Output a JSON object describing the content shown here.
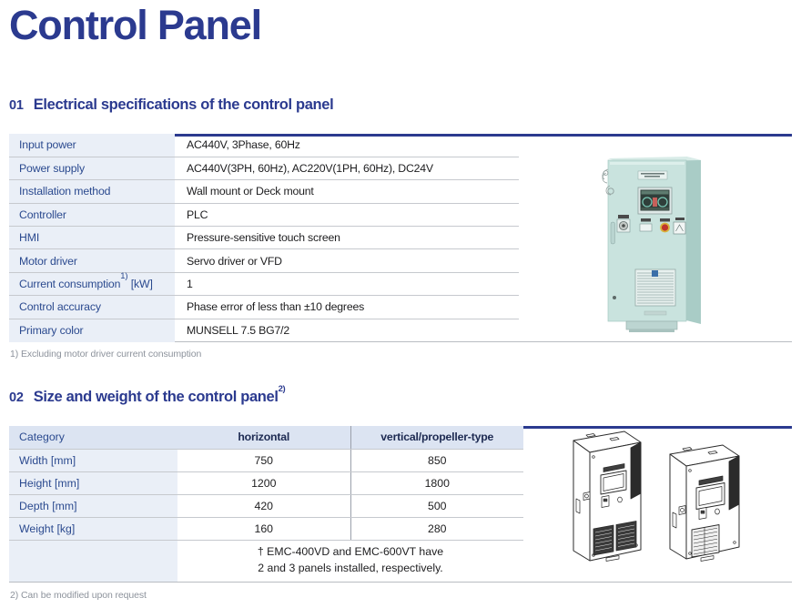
{
  "title": "Control Panel",
  "sections": [
    {
      "number": "01",
      "title": "Electrical specifications of the control panel",
      "sup": ""
    },
    {
      "number": "02",
      "title": "Size and weight of the control panel",
      "sup": "2)"
    }
  ],
  "table1": {
    "rows": [
      {
        "label": "Input power",
        "value": "AC440V, 3Phase, 60Hz"
      },
      {
        "label": "Power supply",
        "value": "AC440V(3PH, 60Hz), AC220V(1PH, 60Hz), DC24V"
      },
      {
        "label": "Installation method",
        "value": "Wall mount or Deck mount"
      },
      {
        "label": "Controller",
        "value": "PLC"
      },
      {
        "label": "HMI",
        "value": "Pressure-sensitive touch screen"
      },
      {
        "label": "Motor driver",
        "value": "Servo driver or VFD"
      },
      {
        "label": "Current consumption",
        "label_sup": "1)",
        "label_unit": " [kW]",
        "value": "1"
      },
      {
        "label": "Control accuracy",
        "value": "Phase error of less than ±10 degrees"
      },
      {
        "label": "Primary color",
        "value": "MUNSELL 7.5 BG7/2"
      }
    ]
  },
  "table2": {
    "headers": [
      "Category",
      "horizontal",
      "vertical/propeller-type"
    ],
    "rows": [
      {
        "label": "Width [mm]",
        "horizontal": "750",
        "vertical": "850"
      },
      {
        "label": "Height [mm]",
        "horizontal": "1200",
        "vertical": "1800"
      },
      {
        "label": "Depth [mm]",
        "horizontal": "420",
        "vertical": "500"
      },
      {
        "label": "Weight [kg]",
        "horizontal": "160",
        "vertical": "280"
      }
    ],
    "note_line1": "† EMC-400VD and EMC-600VT have",
    "note_line2": "2 and 3 panels installed, respectively."
  },
  "footnotes": [
    "1) Excluding motor driver current consumption",
    "2) Can be modified upon request"
  ],
  "colors": {
    "brand_navy": "#2b3a8f",
    "label_blue": "#2b4a8f",
    "label_bg": "#eaeff7",
    "header_bg": "#dce4f2",
    "rule": "#c6c9ce",
    "cabinet_mint": "#c9e3de"
  }
}
